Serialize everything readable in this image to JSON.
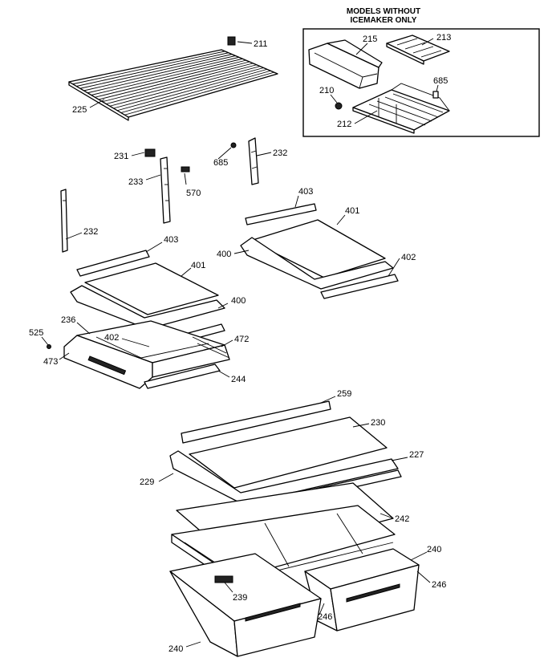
{
  "inset": {
    "title_line1": "MODELS WITHOUT",
    "title_line2": "ICEMAKER ONLY"
  },
  "callouts": [
    {
      "id": "c211",
      "text": "211"
    },
    {
      "id": "c215",
      "text": "215"
    },
    {
      "id": "c213",
      "text": "213"
    },
    {
      "id": "c210",
      "text": "210"
    },
    {
      "id": "c685a",
      "text": "685"
    },
    {
      "id": "c212",
      "text": "212"
    },
    {
      "id": "c225",
      "text": "225"
    },
    {
      "id": "c231",
      "text": "231"
    },
    {
      "id": "c233",
      "text": "233"
    },
    {
      "id": "c570",
      "text": "570"
    },
    {
      "id": "c685b",
      "text": "685"
    },
    {
      "id": "c232a",
      "text": "232"
    },
    {
      "id": "c232b",
      "text": "232"
    },
    {
      "id": "c403a",
      "text": "403"
    },
    {
      "id": "c401a",
      "text": "401"
    },
    {
      "id": "c400a",
      "text": "400"
    },
    {
      "id": "c402a",
      "text": "402"
    },
    {
      "id": "c403b",
      "text": "403"
    },
    {
      "id": "c401b",
      "text": "401"
    },
    {
      "id": "c400b",
      "text": "400"
    },
    {
      "id": "c236",
      "text": "236"
    },
    {
      "id": "c402b",
      "text": "402"
    },
    {
      "id": "c472",
      "text": "472"
    },
    {
      "id": "c525",
      "text": "525"
    },
    {
      "id": "c473",
      "text": "473"
    },
    {
      "id": "c244",
      "text": "244"
    },
    {
      "id": "c259",
      "text": "259"
    },
    {
      "id": "c230",
      "text": "230"
    },
    {
      "id": "c227",
      "text": "227"
    },
    {
      "id": "c229",
      "text": "229"
    },
    {
      "id": "c242",
      "text": "242"
    },
    {
      "id": "c240a",
      "text": "240"
    },
    {
      "id": "c246a",
      "text": "246"
    },
    {
      "id": "c239",
      "text": "239"
    },
    {
      "id": "c246b",
      "text": "246"
    },
    {
      "id": "c240b",
      "text": "240"
    }
  ]
}
